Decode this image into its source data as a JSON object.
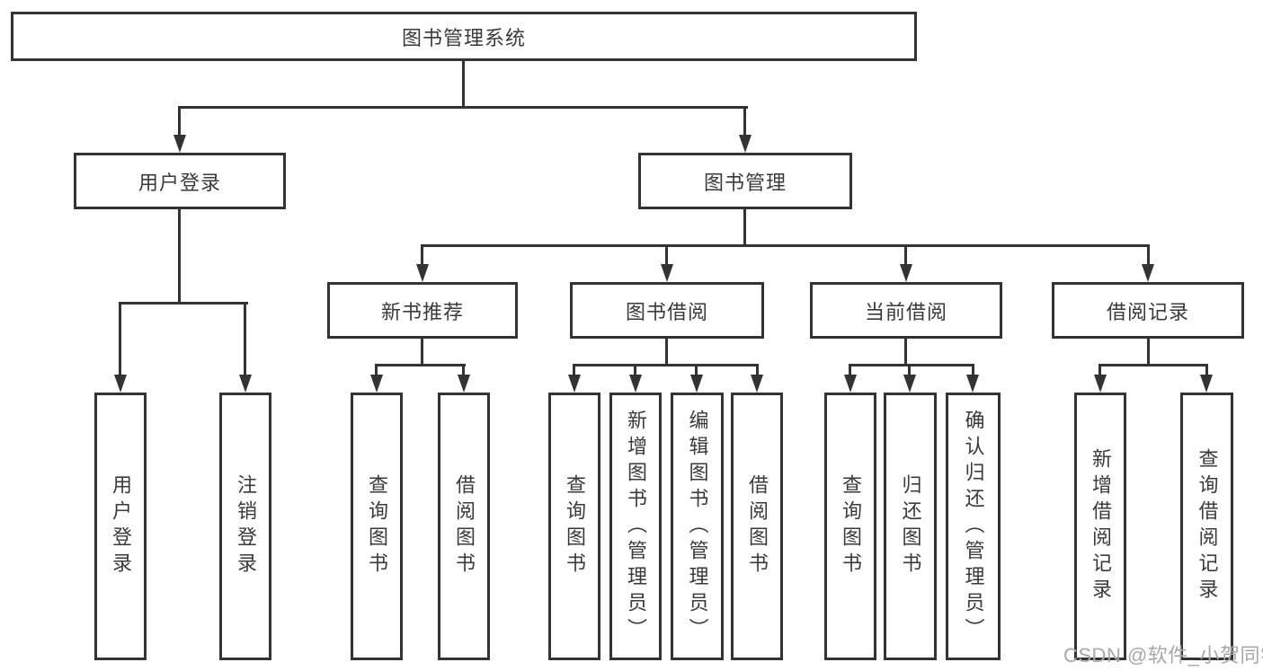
{
  "colors": {
    "line": "#333333",
    "text": "#3a3a3a",
    "watermark": "#a8a8a8",
    "background": "#ffffff"
  },
  "watermark": "CSDN @软件_小贺同学",
  "tree": {
    "root": {
      "label": "图书管理系统"
    },
    "branches": [
      {
        "label": "用户登录",
        "children": [
          {
            "label": "用户登录"
          },
          {
            "label": "注销登录"
          }
        ]
      },
      {
        "label": "图书管理",
        "sections": [
          {
            "label": "新书推荐",
            "children": [
              {
                "label": "查询图书"
              },
              {
                "label": "借阅图书"
              }
            ]
          },
          {
            "label": "图书借阅",
            "children": [
              {
                "label": "查询图书"
              },
              {
                "label": "新增图书（管理员）"
              },
              {
                "label": "编辑图书（管理员）"
              },
              {
                "label": "借阅图书"
              }
            ]
          },
          {
            "label": "当前借阅",
            "children": [
              {
                "label": "查询图书"
              },
              {
                "label": "归还图书"
              },
              {
                "label": "确认归还（管理员）"
              }
            ]
          },
          {
            "label": "借阅记录",
            "children": [
              {
                "label": "新增借阅记录"
              },
              {
                "label": "查询借阅记录"
              }
            ]
          }
        ]
      }
    ]
  }
}
